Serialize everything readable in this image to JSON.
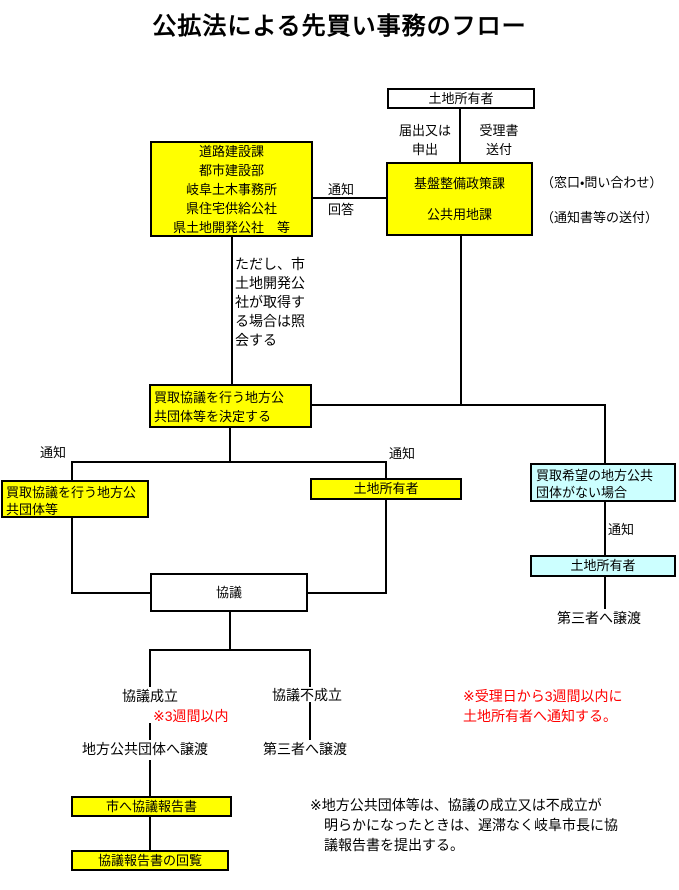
{
  "title": "公拡法による先買い事務のフロー",
  "colors": {
    "box_yellow": "#ffff00",
    "box_light_blue": "#ccffff",
    "note_red": "#ff0000",
    "line_black": "#000000"
  },
  "boxes": {
    "landowner_top": "土地所有者",
    "left_departments": {
      "line1": "道路建設課",
      "line2": "都市建設部",
      "line3": "岐阜土木事務所",
      "line4": "県住宅供給公社",
      "line5": "県土地開発公社　等"
    },
    "policy_division": {
      "line1": "基盤整備政策課",
      "line2": "公共用地課"
    },
    "decide_body": "買取協議を行う地方公\n共団体等を決定する",
    "negotiating_body": "買取協議を行う地方公\n共団体等",
    "landowner_mid": "土地所有者",
    "no_wishing_body": "買取希望の地方公共\n団体がない場合",
    "landowner_right": "土地所有者",
    "consultation": "協議",
    "report_to_city": "市へ協議報告書",
    "report_circulation": "協議報告書の回覧"
  },
  "edge_labels": {
    "notification": "通知",
    "reply": "回答",
    "filing": "届出又は\n申出",
    "receipt": "受理書\n送付",
    "notify_left": "通知",
    "notify_mid": "通知",
    "notify_right": "通知"
  },
  "annotations": {
    "window_inquiry": "（窓口・問い合わせ）",
    "notice_sending": "（通知書等の送付）",
    "proviso": "ただし、市\n土地開発公\n社が取得す\nる場合は照\n会する",
    "agreement": "協議成立",
    "no_agreement": "協議不成立",
    "three_weeks": "※3週間以内",
    "transfer_to_public_body": "地方公共団体へ譲渡",
    "transfer_to_third_party": "第三者へ譲渡",
    "transfer_to_third_party_right": "第三者へ譲渡",
    "red_note": "※受理日から3週間以内に\n土地所有者へ通知する。",
    "bottom_note": "※地方公共団体等は、協議の成立又は不成立が\n　明らかになったときは、遅滞なく岐阜市長に協\n　議報告書を提出する。"
  }
}
